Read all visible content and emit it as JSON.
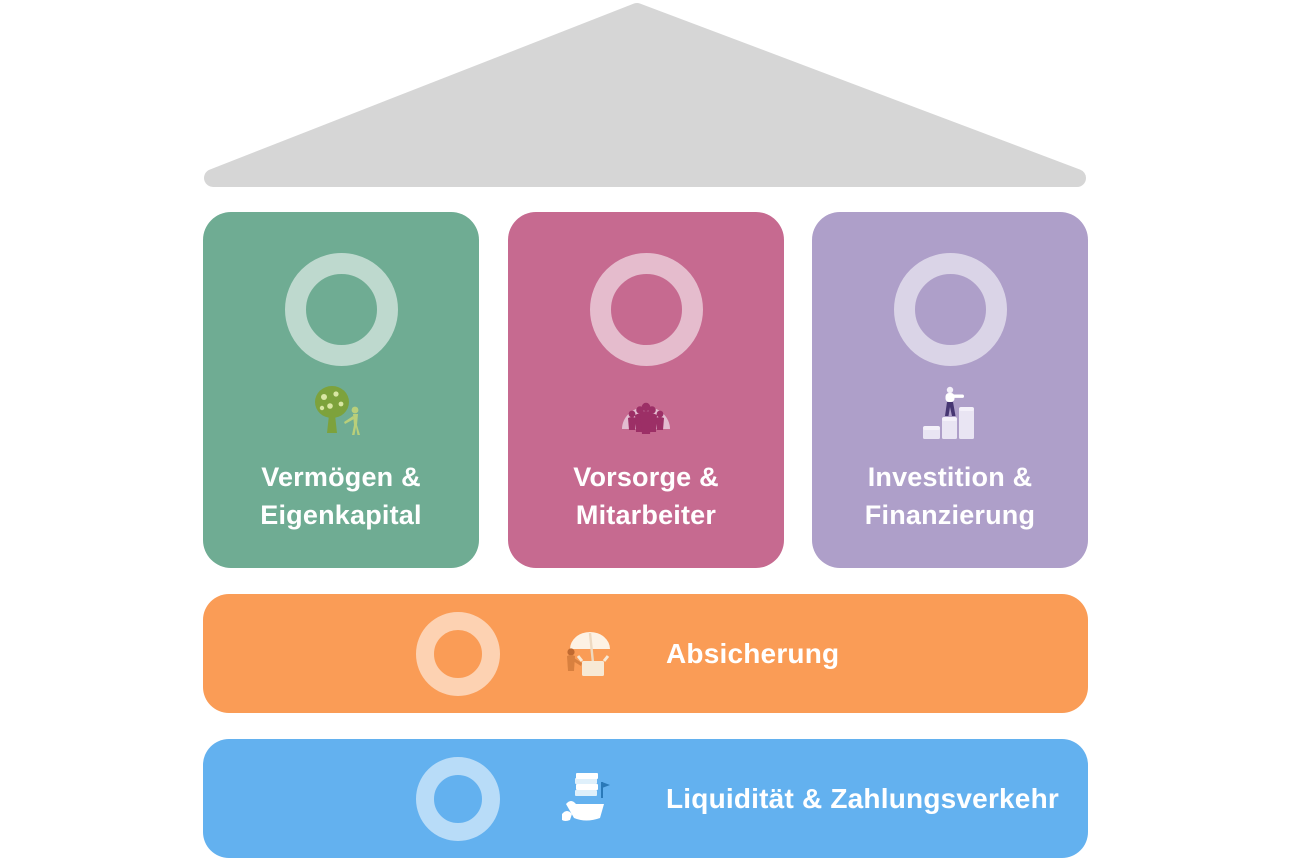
{
  "diagram": {
    "name": "finanzhaus",
    "background": "#ffffff",
    "roof": {
      "shape": "triangle",
      "color": "#d6d6d6"
    },
    "ring_color": "rgba(255,255,255,0.55)",
    "pillars": [
      {
        "label_line1": "Vermögen &",
        "label_line2": "Eigenkapital",
        "color": "#6fac93",
        "icon": "tree-watering-icon"
      },
      {
        "label_line1": "Vorsorge &",
        "label_line2": "Mitarbeiter",
        "color": "#c66a90",
        "icon": "people-group-icon"
      },
      {
        "label_line1": "Investition &",
        "label_line2": "Finanzierung",
        "color": "#ae9fc9",
        "icon": "stairs-climbing-icon"
      }
    ],
    "bars": [
      {
        "label": "Absicherung",
        "color": "#fa9c56",
        "icon": "umbrella-box-icon"
      },
      {
        "label": "Liquidität & Zahlungsverkehr",
        "color": "#63b1ef",
        "icon": "boat-documents-icon"
      }
    ]
  }
}
